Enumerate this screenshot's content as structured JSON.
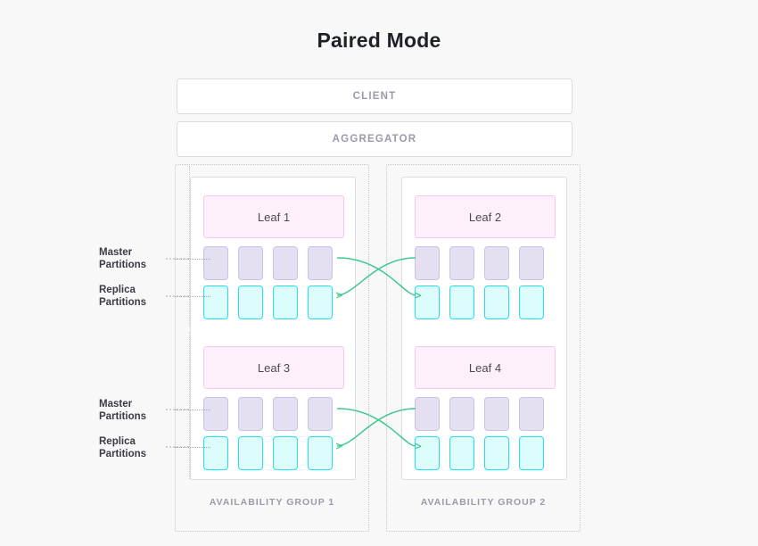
{
  "title": "Paired Mode",
  "theme": {
    "background": "#f8f8f9",
    "title_color": "#1f2128",
    "box_text_color": "#9a9aab",
    "leaf_fill": "#fdf0fb",
    "leaf_border": "#f5c8ef",
    "leaf_text": "#4a4a55",
    "master_fill": "#e4e0f2",
    "master_border": "#c9c2e8",
    "replica_fill": "#ddfdfd",
    "replica_border": "#22e0ef",
    "connector_color": "#3ec98f",
    "group_border": "#c5c5cc",
    "card_border": "#dcdce1"
  },
  "stack": {
    "client_label": "CLIENT",
    "aggregator_label": "AGGREGATOR"
  },
  "annotations": {
    "master_line1": "Master",
    "master_line2": "Partitions",
    "replica_line1": "Replica",
    "replica_line2": "Partitions"
  },
  "groups": [
    {
      "label": "AVAILABILITY GROUP 1",
      "leaves": [
        {
          "name": "Leaf 1",
          "master_partitions": 4,
          "replica_partitions": 4
        },
        {
          "name": "Leaf 3",
          "master_partitions": 4,
          "replica_partitions": 4
        }
      ]
    },
    {
      "label": "AVAILABILITY GROUP 2",
      "leaves": [
        {
          "name": "Leaf 2",
          "master_partitions": 4,
          "replica_partitions": 4
        },
        {
          "name": "Leaf 4",
          "master_partitions": 4,
          "replica_partitions": 4
        }
      ]
    }
  ],
  "connectors": [
    {
      "from": "Leaf 1 master",
      "to": "Leaf 2 replica",
      "direction": "right"
    },
    {
      "from": "Leaf 2 master",
      "to": "Leaf 1 replica",
      "direction": "left"
    },
    {
      "from": "Leaf 3 master",
      "to": "Leaf 4 replica",
      "direction": "right"
    },
    {
      "from": "Leaf 4 master",
      "to": "Leaf 3 replica",
      "direction": "left"
    }
  ]
}
